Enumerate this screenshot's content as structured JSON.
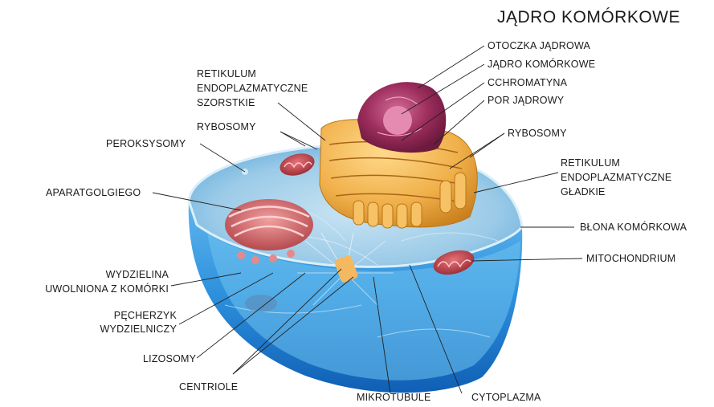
{
  "title": "JĄDRO KOMÓRKOWE",
  "labels": {
    "otoczka": "OTOCZKA JĄDROWA",
    "jadro": "JĄDRO KOMÓRKOWE",
    "chromatyna": "CCHROMATYNA",
    "por": "POR JĄDROWY",
    "rybosomy_right": "RYBOSOMY",
    "er_gladkie": [
      "RETIKULUM",
      "ENDOPLAZMATYCZNE",
      "GŁADKIE"
    ],
    "blona": "BŁONA KOMÓRKOWA",
    "mitochondrium": "MITOCHONDRIUM",
    "er_szorstkie": [
      "RETIKULUM",
      "ENDOPLAZMATYCZNE",
      "SZORSTKIE"
    ],
    "rybosomy_left": "RYBOSOMY",
    "peroksysomy": "PEROKSYSOMY",
    "golgi": "APARATGOLGIEGO",
    "wydzielina": [
      "WYDZIELINA",
      "UWOLNIONA Z KOMÓRKI"
    ],
    "pecherzyk": [
      "PĘCHERZYK",
      "WYDZIELNICZY"
    ],
    "lizosomy": "LIZOSOMY",
    "centriole": "CENTRIOLE",
    "mikrotubule": "MIKROTUBULE",
    "cytoplazma": "CYTOPLAZMA"
  }
}
